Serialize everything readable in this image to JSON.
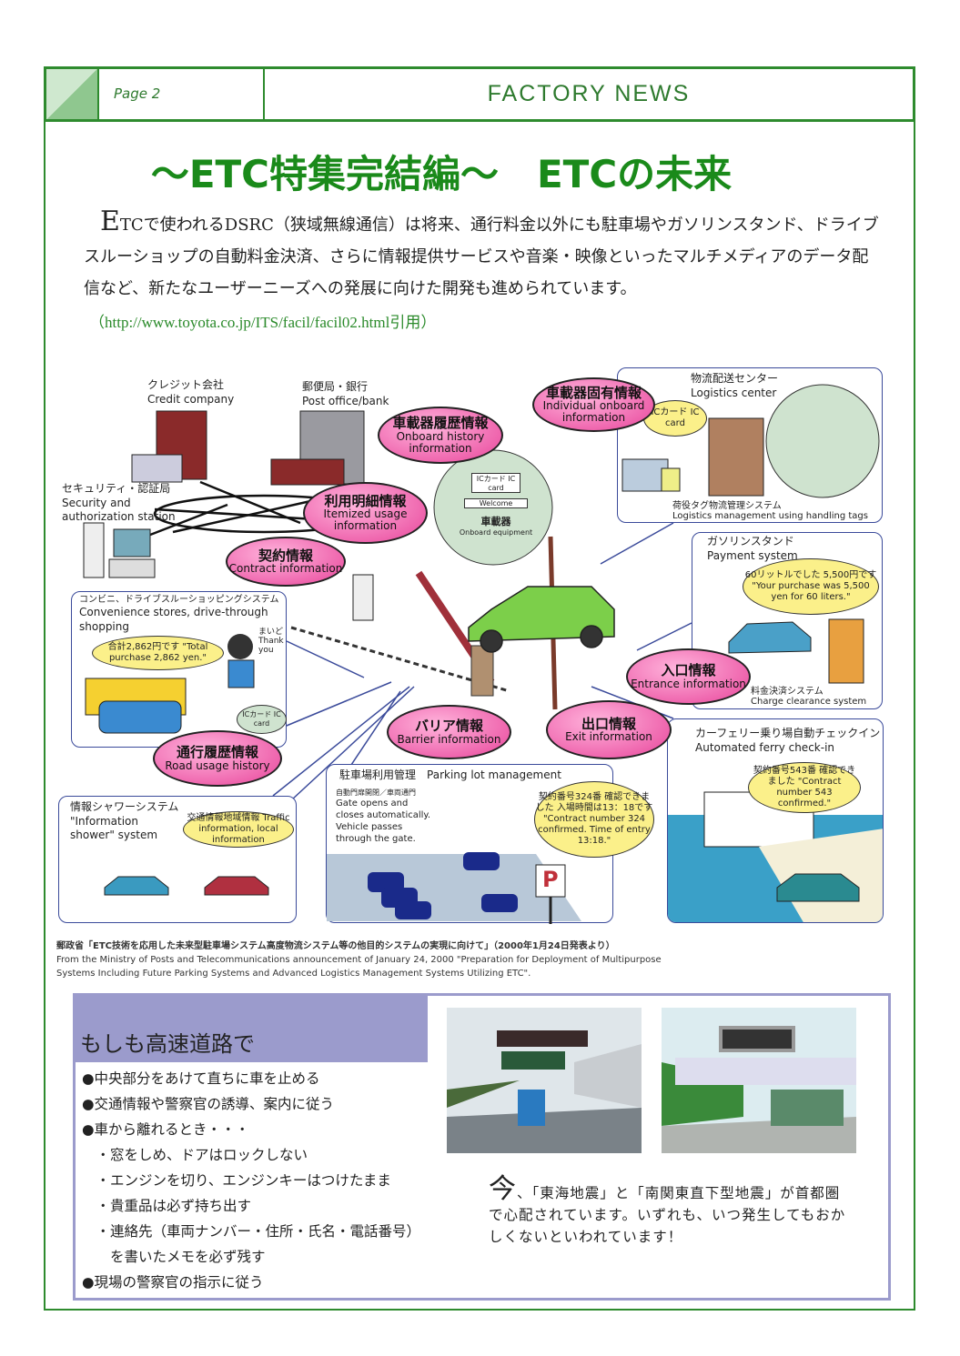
{
  "header": {
    "page": "Page 2",
    "newsletter": "FACTORY NEWS"
  },
  "title": "～ETC特集完結編～　ETCの未来",
  "intro": {
    "cap": "E",
    "text": "TCで使われるDSRC（狭域無線通信）は将来、通行料金以外にも駐車場やガソリンスタンド、ドライブスルーショップの自動料金決済、さらに情報提供サービスや音楽・映像といったマルチメディアのデータ配信など、新たなユーザーニーズへの発展に向けた開発も進められています。",
    "citation": "（http://www.toyota.co.jp/ITS/facil/facil02.html引用）"
  },
  "diagram": {
    "credit": {
      "jp": "クレジット会社",
      "en": "Credit company"
    },
    "post": {
      "jp": "郵便局・銀行",
      "en": "Post office/bank"
    },
    "security": {
      "jp": "セキュリティ・認証局",
      "en": "Security and authorization station"
    },
    "onboard_history": {
      "jp": "車載器履歴情報",
      "en": "Onboard history information"
    },
    "itemized": {
      "jp": "利用明細情報",
      "en": "Itemized usage information"
    },
    "contract": {
      "jp": "契約情報",
      "en": "Contract information"
    },
    "individual": {
      "jp": "車載器固有情報",
      "en": "Individual onboard information"
    },
    "entrance": {
      "jp": "入口情報",
      "en": "Entrance information"
    },
    "road_history": {
      "jp": "通行履歴情報",
      "en": "Road usage history"
    },
    "barrier": {
      "jp": "バリア情報",
      "en": "Barrier information"
    },
    "exit": {
      "jp": "出口情報",
      "en": "Exit information"
    },
    "onboard_equipment": {
      "ic": "ICカード IC card",
      "welcome": "Welcome",
      "jp": "車載器",
      "en": "Onboard equipment"
    },
    "logistics": {
      "jp": "物流配送センター",
      "en": "Logistics center",
      "ic": "ICカード IC card",
      "sys_jp": "荷役タグ物流管理システム",
      "sys_en": "Logistics management using handling tags"
    },
    "gas": {
      "jp": "ガソリンスタンド",
      "en": "Payment system",
      "bubble": "60リットルでした 5,500円です \"Your purchase was 5,500 yen for 60 liters.\"",
      "sys_jp": "料金決済システム",
      "sys_en": "Charge clearance system"
    },
    "convenience": {
      "jp": "コンビニ、ドライブスルーショッピングシステム",
      "en": "Convenience stores, drive-through shopping",
      "bubble": "合計2,862円です \"Total purchase 2,862 yen.\"",
      "thanks": "まいど Thank you",
      "ic": "ICカード IC card"
    },
    "shower": {
      "jp": "情報シャワーシステム",
      "en": "\"Information shower\" system",
      "bubble": "交通情報地域情報 Traffic information, local information"
    },
    "parking": {
      "jp": "駐車場利用管理",
      "en": "Parking lot management",
      "gate_jp": "自動門扉開閉／車両通門",
      "gate_en": "Gate opens and closes automatically. Vehicle passes through the gate.",
      "bubble": "契約番号324番 確認できました 入場時間は13：18です \"Contract number 324 confirmed. Time of entry 13:18.\"",
      "sign": "P"
    },
    "ferry": {
      "jp": "カーフェリー乗り場自動チェックイン",
      "en": "Automated ferry check-in",
      "bubble": "契約番号543番 確認できました \"Contract number 543 confirmed.\""
    }
  },
  "source": {
    "jp": "郵政省「ETC技術を応用した未来型駐車場システム高度物流システム等の他目的システムの実現に向けて」（2000年1月24日発表より）",
    "en1": "From the Ministry of Posts and Telecommunications announcement of January 24, 2000 \"Preparation for Deployment of Multipurpose",
    "en2": "Systems Including Future Parking Systems and Advanced Logistics Management Systems Utilizing ETC\"."
  },
  "highway": {
    "title": "もしも高速道路で",
    "items": [
      "●中央部分をあけて直ちに車を止める",
      "●交通情報や警察官の誘導、案内に従う",
      "●車から離れるとき・・・",
      "　・窓をしめ、ドアはロックしない",
      "　・エンジンを切り、エンジンキーはつけたまま",
      "　・貴重品は必ず持ち出す",
      "　・連絡先（車両ナンバー・住所・氏名・電話番号）",
      "　　を書いたメモを必ず残す",
      "●現場の警察官の指示に従う"
    ]
  },
  "quake": {
    "cap": "今",
    "text": "、「東海地震」と「南関東直下型地震」が首都圏で心配されています。いずれも、いつ発生してもおかしくないといわれています！"
  },
  "colors": {
    "green": "#2e8b2e",
    "pink": "#e8449a",
    "purple": "#9b9bcc"
  }
}
